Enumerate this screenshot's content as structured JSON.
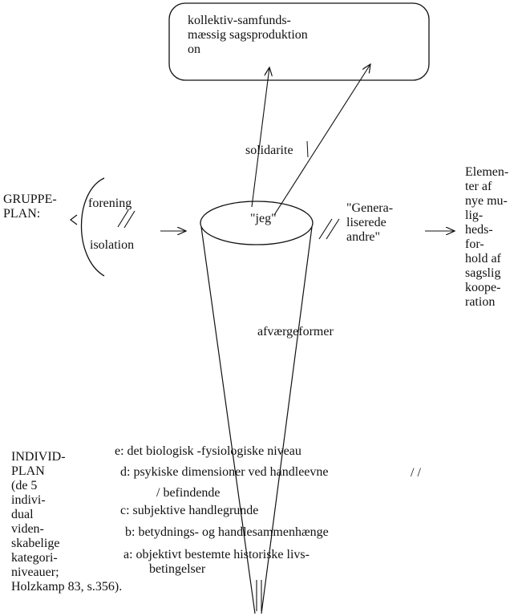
{
  "box": {
    "text": "kollektiv-samfunds-\nmæssig sagsproduktion\non"
  },
  "group_plane": {
    "label": "GRUPPE-\nPLAN:",
    "forening": "forening",
    "isolation": "isolation"
  },
  "center": {
    "solidaritet": "solidarite",
    "jeg": "\"jeg\"",
    "generaliserede": "\"Genera-\nliserede\nandre\"",
    "afvaergeformer": "afværgeformer"
  },
  "elements": {
    "text": "Elemen-\nter af\nnye mu-\nlig-\nheds-\nfor-\nhold af\nsagslig\nkoope-\nration"
  },
  "individ_plane": {
    "label": "INDIVID-\nPLAN\n(de 5\nindivi-\ndual\nviden-\nskabelige\nkategori-\nniveauer;\nHolzkamp 83, s.356).",
    "levels": {
      "e": "e: det biologisk -fysiologiske niveau",
      "d": "d: psykiske dimensioner ved handleevne",
      "d2": "/ befindende",
      "c": "c: subjektive handlegrunde",
      "b": "b: betydnings- og handlesammenhænge",
      "a": "a: objektivt bestemte historiske livs-\n        betingelser"
    },
    "slash": "/ /"
  }
}
